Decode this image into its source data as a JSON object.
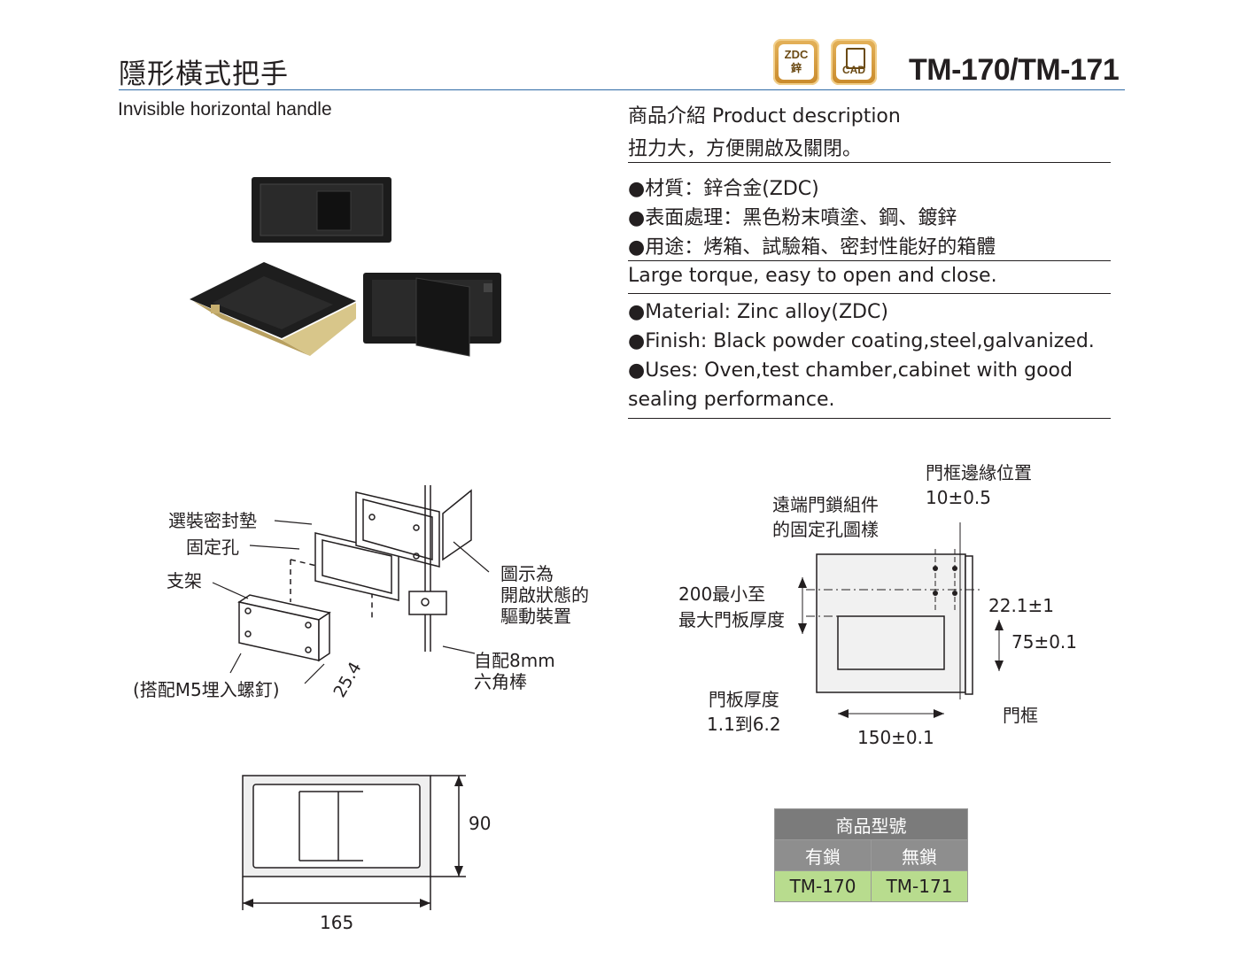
{
  "header": {
    "title_cn": "隱形橫式把手",
    "title_en": "Invisible horizontal handle",
    "model": "TM-170/TM-171",
    "badges": [
      {
        "icon": "zdc-material-icon",
        "line1": "ZDC",
        "line2": "鋅"
      },
      {
        "icon": "cad-file-icon",
        "label": "CAD"
      }
    ]
  },
  "description": {
    "heading": "商品介紹 Product description",
    "summary_cn": "扭力大，方便開啟及關閉。",
    "items_cn": [
      "●材質：鋅合金(ZDC)",
      "●表面處理：黑色粉末噴塗、鋼、鍍鋅",
      "●用途：烤箱、試驗箱、密封性能好的箱體"
    ],
    "summary_en": "Large torque, easy to open and close.",
    "items_en": [
      "●Material: Zinc alloy(ZDC)",
      "●Finish: Black powder coating,steel,galvanized.",
      "●Uses: Oven,test chamber,cabinet with good",
      "sealing performance."
    ]
  },
  "exploded": {
    "gasket": "選裝密封墊",
    "fix_hole": "固定孔",
    "bracket": "支架",
    "screw": "(搭配M5埋入螺釘)",
    "dim": "25.4",
    "open_state": [
      "圖示為",
      "開啟狀態的",
      "驅動裝置"
    ],
    "hex_rod": [
      "自配8mm",
      "六角棒"
    ]
  },
  "door": {
    "frame_edge": [
      "門框邊緣位置",
      "10±0.5"
    ],
    "remote_lock": [
      "遠端門鎖組件",
      "的固定孔圖樣"
    ],
    "thickness_range": [
      "200最小至",
      "最大門板厚度"
    ],
    "dim_22": "22.1±1",
    "dim_75": "75±0.1",
    "panel_thickness": [
      "門板厚度",
      "1.1到6.2"
    ],
    "dim_150": "150±0.1",
    "frame": "門框"
  },
  "front_view": {
    "height": "90",
    "width": "165"
  },
  "model_table": {
    "header": "商品型號",
    "columns": [
      "有鎖",
      "無鎖"
    ],
    "values": [
      "TM-170",
      "TM-171"
    ]
  },
  "colors": {
    "accent_rule": "#2e6aa6",
    "badge_gold": "#d49a3a",
    "table_gray": "#7b7b7b",
    "table_green": "#b8dc8e"
  }
}
